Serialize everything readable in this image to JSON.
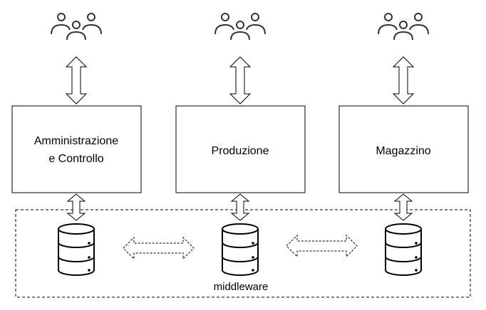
{
  "modules": [
    {
      "label_lines": [
        "Amministrazione",
        "e Controllo"
      ]
    },
    {
      "label_lines": [
        "Produzione"
      ]
    },
    {
      "label_lines": [
        "Magazzino"
      ]
    }
  ],
  "middleware": {
    "label": "middleware"
  },
  "colors": {
    "stroke": "#000000",
    "fill": "#ffffff",
    "text": "#000000"
  },
  "icons": {
    "users": "users-group-icon",
    "database": "database-icon"
  }
}
